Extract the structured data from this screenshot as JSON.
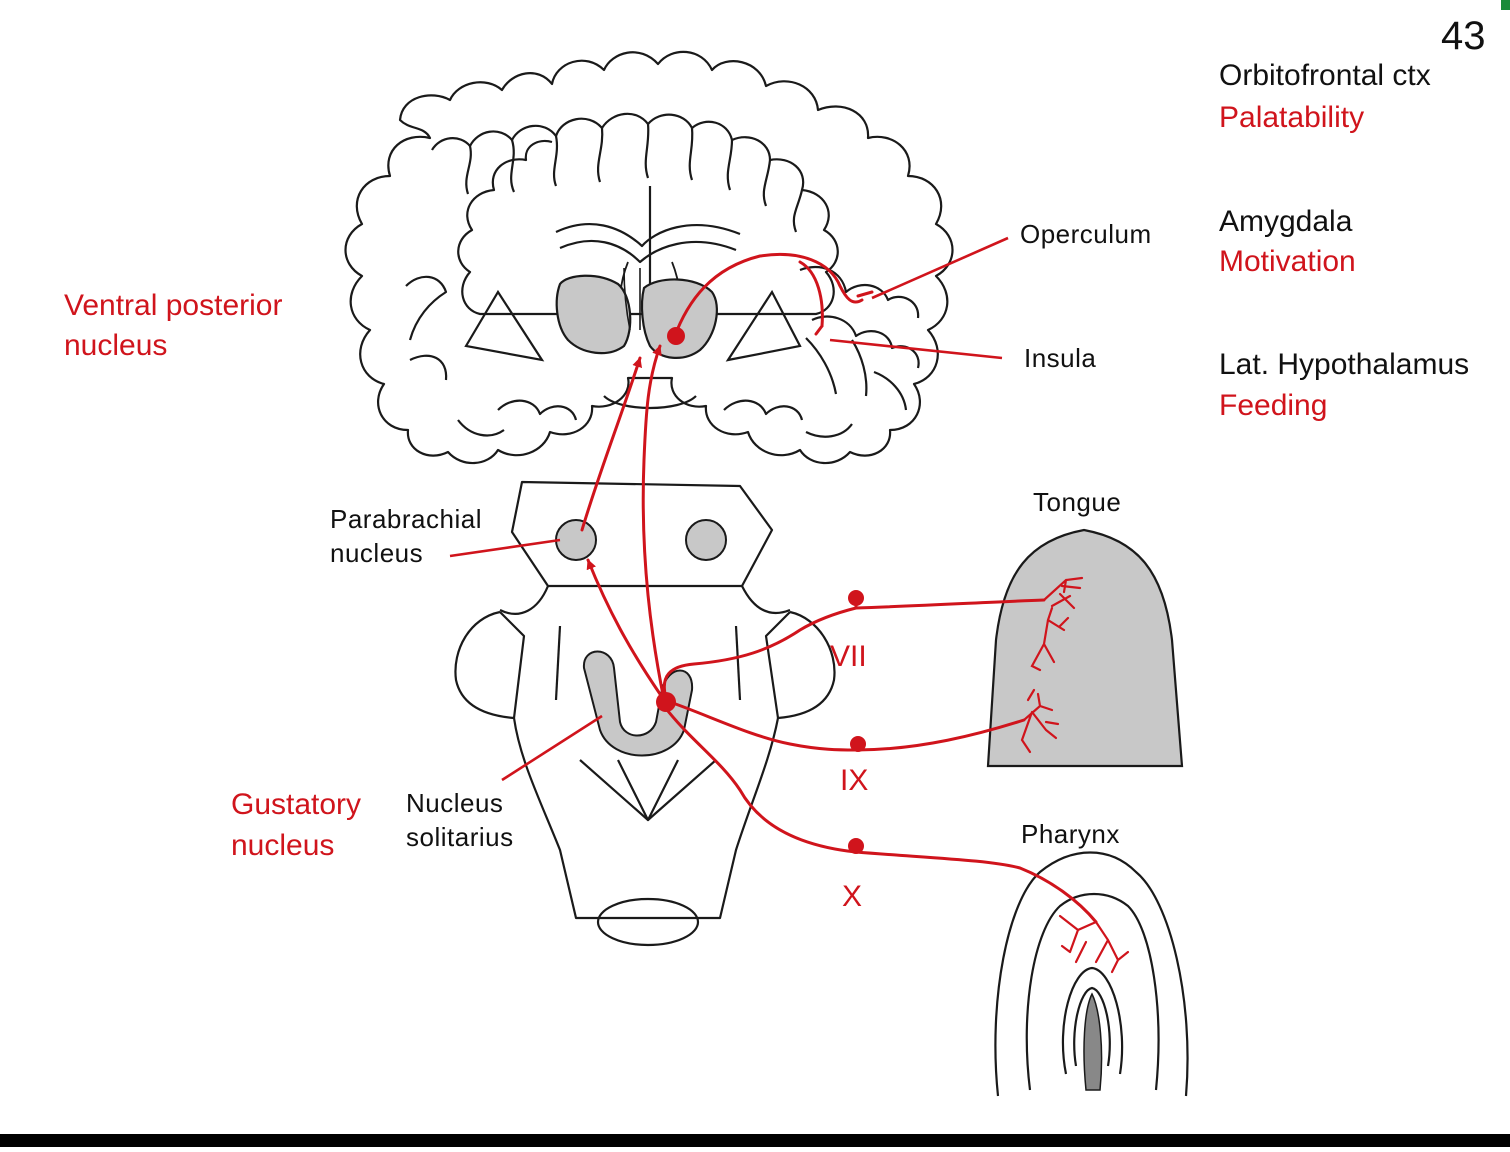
{
  "slide_number": "43",
  "colors": {
    "pathway": "#d0141c",
    "structure_fill": "#c8c8c8",
    "outline": "#1a1a1a",
    "label_red": "#d0141c"
  },
  "targets": [
    {
      "region": "Orbitofrontal ctx",
      "function": "Palatability"
    },
    {
      "region": "Amygdala",
      "function": "Motivation"
    },
    {
      "region": "Lat. Hypothalamus",
      "function": "Feeding"
    }
  ],
  "labels": {
    "ventral_posterior": [
      "Ventral posterior",
      "nucleus"
    ],
    "operculum": "Operculum",
    "insula": "Insula",
    "parabrachial": [
      "Parabrachial",
      "nucleus"
    ],
    "gustatory": [
      "Gustatory",
      "nucleus"
    ],
    "solitarius": [
      "Nucleus",
      "solitarius"
    ],
    "tongue": "Tongue",
    "pharynx": "Pharynx"
  },
  "nerves": {
    "vii": "VII",
    "ix": "IX",
    "x": "X"
  }
}
